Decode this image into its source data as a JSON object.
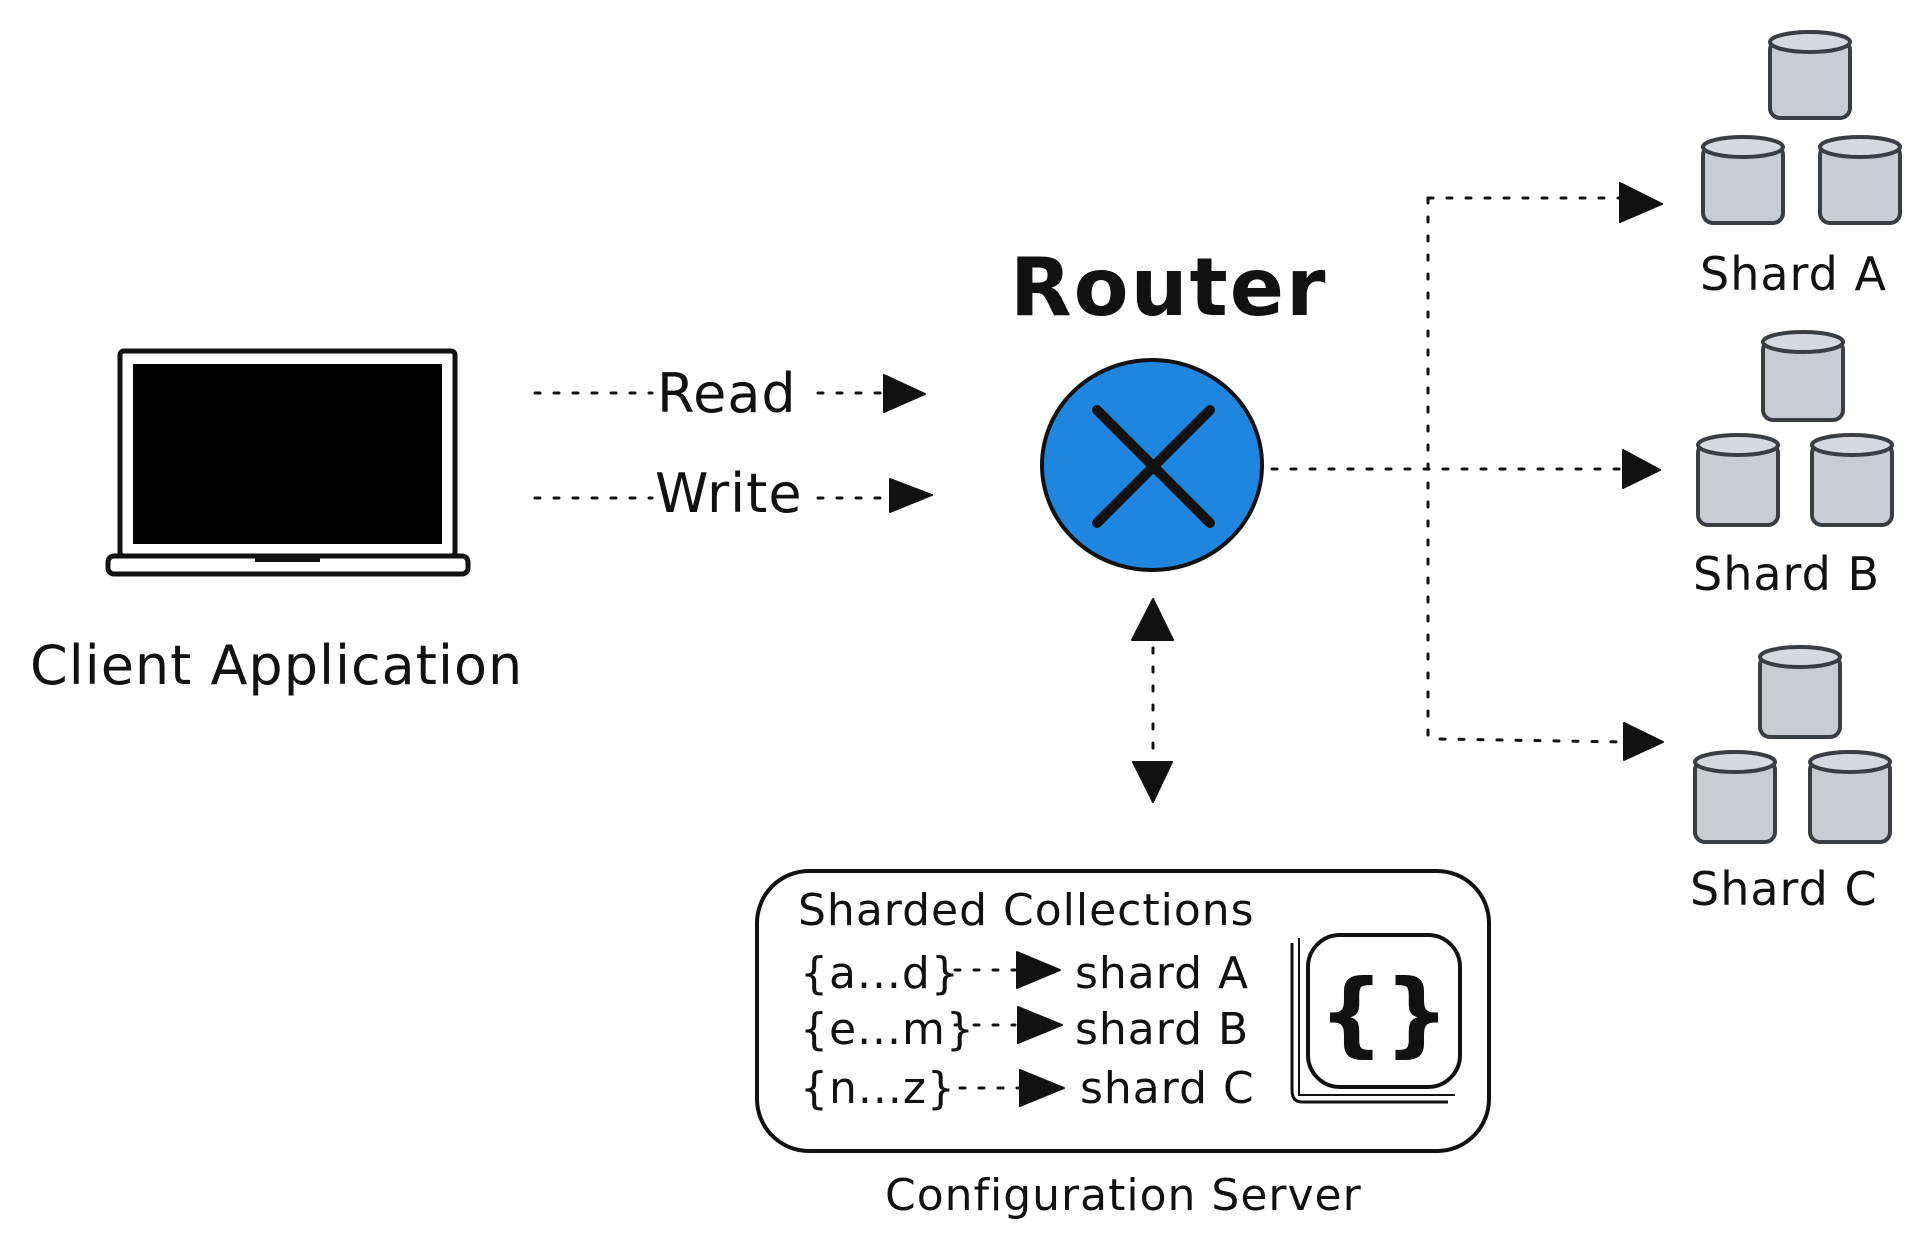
{
  "client": {
    "label": "Client Application"
  },
  "edges": {
    "read_label": "Read",
    "write_label": "Write"
  },
  "router": {
    "label": "Router",
    "color": "#1f86e0",
    "icon": "x-cross-icon"
  },
  "shards": [
    {
      "label": "Shard A"
    },
    {
      "label": "Shard B"
    },
    {
      "label": "Shard C"
    }
  ],
  "config": {
    "label": "Configuration Server",
    "heading": "Sharded Collections",
    "icon": "curly-braces-icon",
    "mappings": [
      {
        "range": "{a...d}",
        "target": "shard A"
      },
      {
        "range": "{e...m}",
        "target": "shard B"
      },
      {
        "range": "{n...z}",
        "target": "shard C"
      }
    ]
  },
  "colors": {
    "database_fill": "#c9ccd2",
    "stroke": "#111111"
  }
}
